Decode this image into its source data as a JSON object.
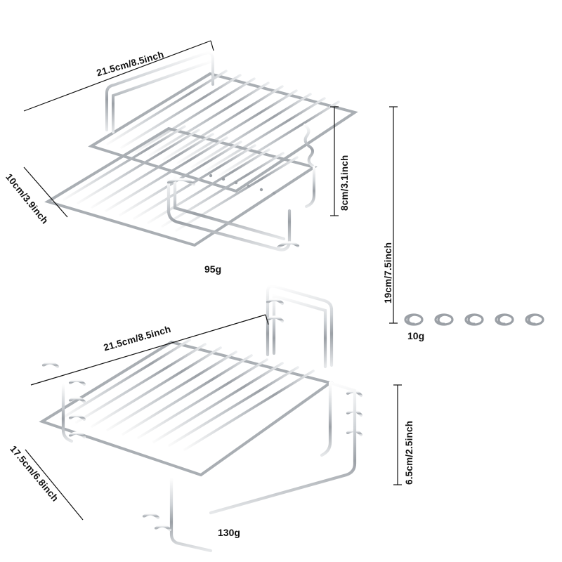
{
  "page": {
    "background": "#ffffff",
    "product": "air-fryer-accessory-set",
    "line_color": "#1b1b1b",
    "metal_color": "#b9bcc0"
  },
  "items": [
    {
      "id": "double-layer-rack",
      "name": "double-layer-grill-rack",
      "labels": {
        "width": "21.5cm/8.5inch",
        "depth": "10cm/3.9inch",
        "height": "8cm/3.1inch",
        "weight": "95g"
      }
    },
    {
      "id": "skewers",
      "name": "skewer-set",
      "labels": {
        "length": "19cm/7.5inch",
        "weight": "10g"
      },
      "count": 5
    },
    {
      "id": "single-layer-rack",
      "name": "single-layer-grill-rack",
      "labels": {
        "width": "21.5cm/8.5inch",
        "depth": "17.5cm/6.8inch",
        "height": "6.5cm/2.5inch",
        "weight": "130g"
      }
    }
  ]
}
